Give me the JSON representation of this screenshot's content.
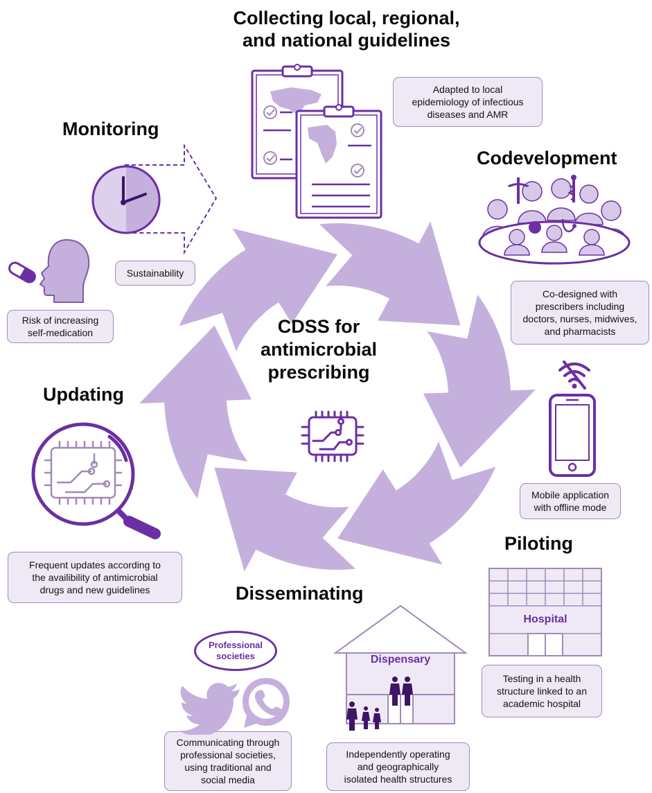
{
  "colors": {
    "primary": "#6b2fa3",
    "light": "#c5b0dd",
    "box_bg": "#efe9f6",
    "box_border": "#a08ab8"
  },
  "headings": {
    "collecting": "Collecting local, regional,\nand national guidelines",
    "monitoring": "Monitoring",
    "codevelopment": "Codevelopment",
    "updating": "Updating",
    "piloting": "Piloting",
    "disseminating": "Disseminating"
  },
  "center": {
    "line1": "CDSS for",
    "line2": "antimicrobial",
    "line3": "prescribing"
  },
  "boxes": {
    "adapted": "Adapted to local\nepidemiology of infectious\ndiseases and AMR",
    "sustainability": "Sustainability",
    "risk": "Risk of increasing\nself-medication",
    "codesigned": "Co-designed with\nprescribers including\ndoctors, nurses, midwives,\nand pharmacists",
    "mobile": "Mobile application\nwith offline mode",
    "frequent": "Frequent updates according to\nthe availibility of antimicrobial\ndrugs and new guidelines",
    "testing": "Testing in a health\nstructure linked to an\nacademic hospital",
    "communicating": "Communicating through\nprofessional societies,\nusing traditional and\nsocial media",
    "independently": "Independently operating\nand geographically\nisolated health structures"
  },
  "labels": {
    "professional": "Professional\nsocieties",
    "hospital": "Hospital",
    "dispensary": "Dispensary"
  },
  "icons": [
    "clipboard-asia-icon",
    "clipboard-africa-icon",
    "clock-icon",
    "dashed-arrow-icon",
    "pill-icon",
    "head-profile-icon",
    "meeting-table-icon",
    "no-wifi-icon",
    "smartphone-icon",
    "magnifier-chip-icon",
    "chip-icon",
    "twitter-icon",
    "whatsapp-icon",
    "hospital-building-icon",
    "dispensary-house-icon",
    "people-icon"
  ]
}
